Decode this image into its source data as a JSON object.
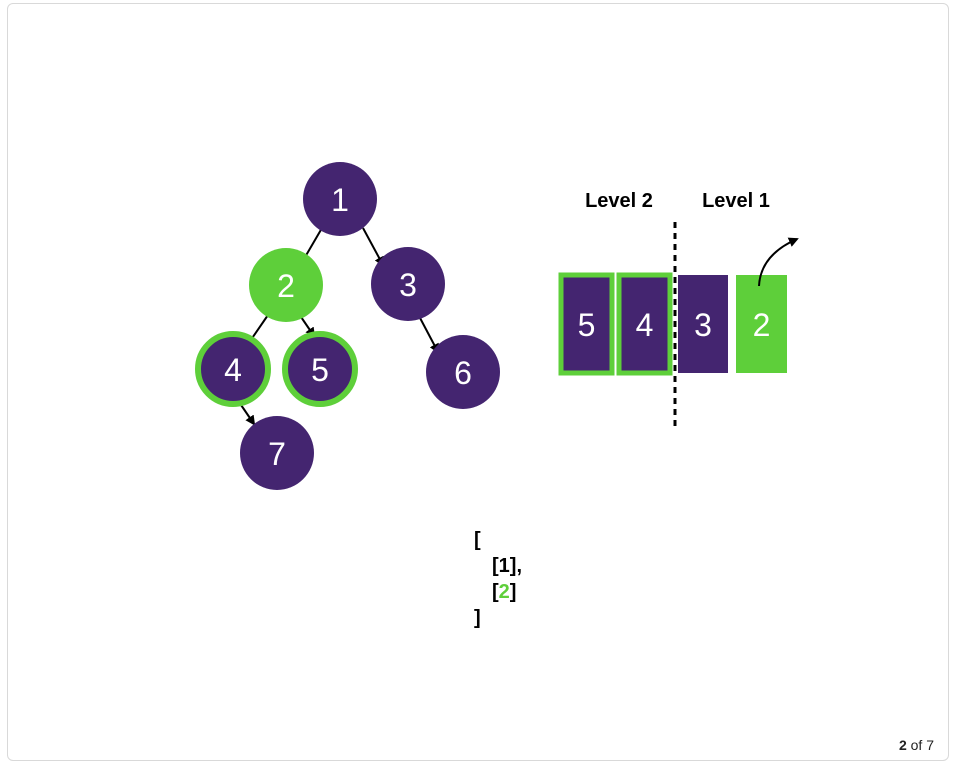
{
  "colors": {
    "purple": "#442570",
    "green": "#5ecf3a",
    "black": "#000000"
  },
  "tree": {
    "nodes": [
      {
        "id": "1",
        "label": "1",
        "state": "normal"
      },
      {
        "id": "2",
        "label": "2",
        "state": "current"
      },
      {
        "id": "3",
        "label": "3",
        "state": "normal"
      },
      {
        "id": "4",
        "label": "4",
        "state": "queued"
      },
      {
        "id": "5",
        "label": "5",
        "state": "queued"
      },
      {
        "id": "6",
        "label": "6",
        "state": "normal"
      },
      {
        "id": "7",
        "label": "7",
        "state": "normal"
      }
    ],
    "edges": [
      [
        "1",
        "2"
      ],
      [
        "1",
        "3"
      ],
      [
        "2",
        "4"
      ],
      [
        "2",
        "5"
      ],
      [
        "3",
        "6"
      ],
      [
        "4",
        "7"
      ]
    ]
  },
  "queue": {
    "level_left": "Level 2",
    "level_right": "Level 1",
    "items": [
      {
        "label": "5",
        "state": "queued"
      },
      {
        "label": "4",
        "state": "queued"
      },
      {
        "label": "3",
        "state": "normal"
      },
      {
        "label": "2",
        "state": "current"
      }
    ]
  },
  "result": {
    "open": "[",
    "row1": "[1],",
    "row2_open": "[",
    "row2_value": "2",
    "row2_close": "]",
    "close": "]"
  },
  "pager": {
    "current": "2",
    "separator": "of",
    "total": "7"
  }
}
